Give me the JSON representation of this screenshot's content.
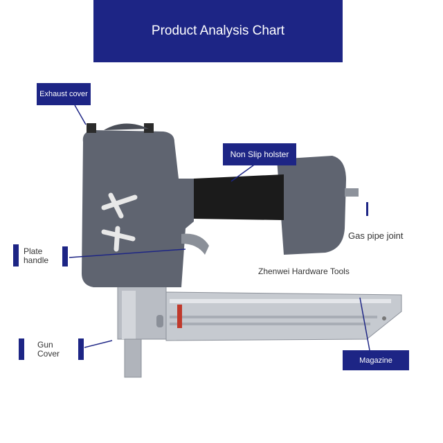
{
  "header": {
    "title": "Product Analysis Chart"
  },
  "labels": {
    "exhaust_cover": "Exhaust cover",
    "non_slip_holster": "Non Slip holster",
    "gas_pipe_joint": "Gas pipe joint",
    "plate_handle": "Plate\nhandle",
    "gun_cover": "Gun\nCover",
    "magazine": "Magazine",
    "brand": "Zhenwei Hardware Tools"
  },
  "colors": {
    "accent": "#1d2585",
    "tool_body": "#5f6470",
    "grip": "#1a1a1a",
    "rail": "#c8ccd2"
  }
}
